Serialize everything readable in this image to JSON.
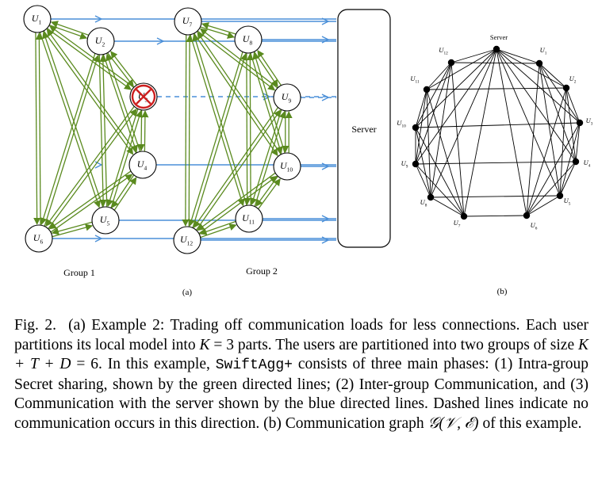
{
  "figure_a": {
    "server_label": "Server",
    "group1_label": "Group 1",
    "group2_label": "Group 2",
    "sublabel": "(a)",
    "users": {
      "u1": "U1",
      "u2": "U2",
      "u3": "U3",
      "u4": "U4",
      "u5": "U5",
      "u6": "U6",
      "u7": "U7",
      "u8": "U8",
      "u9": "U9",
      "u10": "U10",
      "u11": "U11",
      "u12": "U12"
    },
    "colors": {
      "intra_group": "#5a8a1e",
      "server_comm": "#4a8fd8",
      "dropped": "#cc1f1f"
    }
  },
  "figure_b": {
    "server_label": "Server",
    "sublabel": "(b)",
    "users": {
      "u1": "U1",
      "u2": "U2",
      "u3": "U3",
      "u4": "U4",
      "u5": "U5",
      "u6": "U6",
      "u7": "U7",
      "u8": "U8",
      "u9": "U9",
      "u10": "U10",
      "u11": "U11",
      "u12": "U12"
    }
  },
  "caption": {
    "fig": "Fig. 2.",
    "part1": "(a) Example 2: Trading off communication loads for less connections. Each user partitions its local model into",
    "K": "K",
    "eq_k": "= 3 parts. The users are partitioned into two groups of size",
    "KTD": "K + T + D",
    "eq_size": "= 6. In this example,",
    "algo": "SwiftAgg+",
    "part2": "consists of three main phases: (1) Intra-group Secret sharing, shown by the green directed lines; (2) Inter-group Communication, and (3) Communication with the server shown by the blue directed lines. Dashed lines indicate no communication occurs in this direction. (b) Communication graph",
    "graph": "𝒢(𝒱, ℰ)",
    "part3": "of this example."
  }
}
